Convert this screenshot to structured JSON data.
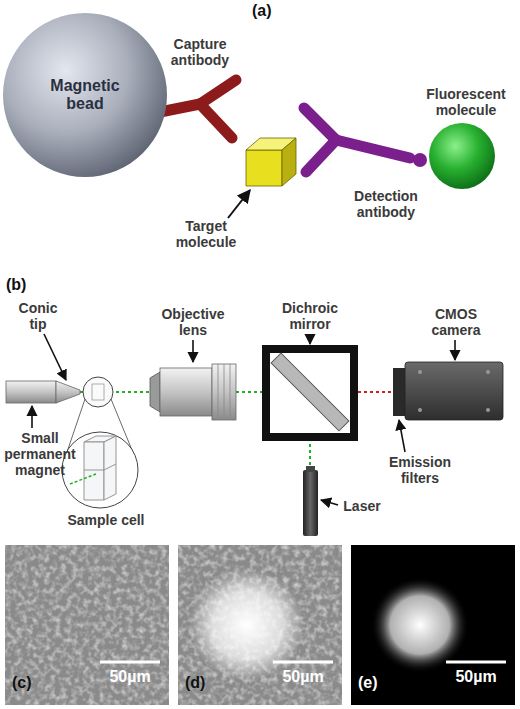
{
  "diagram": {
    "nodes": [
      {
        "text": [
          "Magnetic bead"
        ]
      }
    ],
    "labels": [
      "(a)",
      "Capture antibody",
      "Fluorescent molecule",
      "Target molecule",
      "Detection antibody",
      "(b)",
      "Conic tip",
      "Objective lens",
      "Dichroic mirror",
      "CMOS camera",
      "Small permanent magnet",
      "Emission filters",
      "Sample cell",
      "Laser",
      "(c)",
      "50µm",
      "(d)",
      "50µm",
      "(e)",
      "50µm"
    ]
  }
}
